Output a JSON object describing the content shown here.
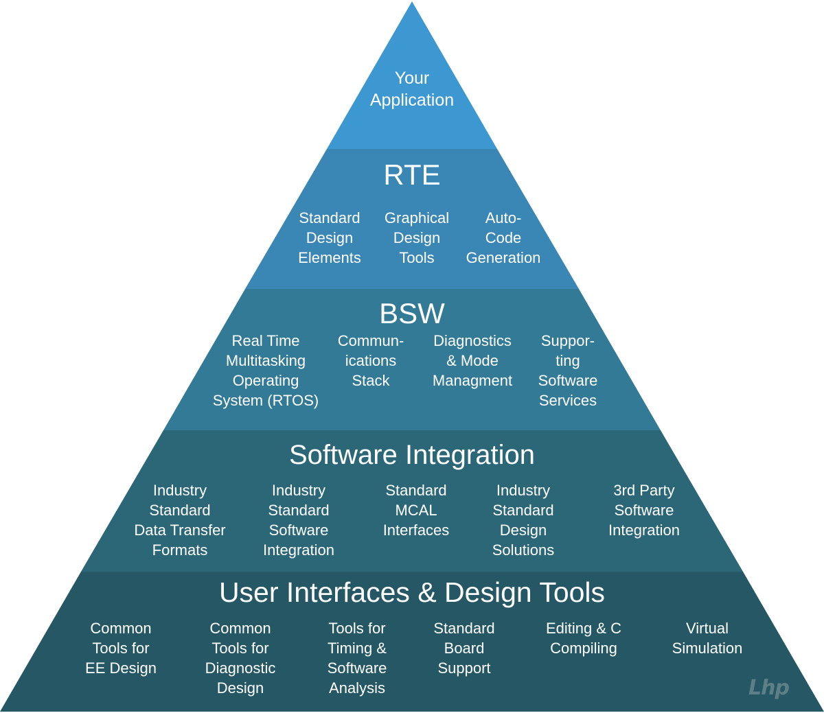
{
  "colors": {
    "layer_top": "#3d97d1",
    "layer_rte": "#3a86b4",
    "layer_bsw": "#327a96",
    "layer_integration": "#2c6778",
    "layer_ui": "#255864"
  },
  "layers": {
    "top": {
      "title": "Your\nApplication"
    },
    "rte": {
      "title": "RTE",
      "items": [
        "Standard\nDesign\nElements",
        "Graphical\nDesign\nTools",
        "Auto-\nCode\nGeneration"
      ]
    },
    "bsw": {
      "title": "BSW",
      "items": [
        "Real Time\nMultitasking\nOperating\nSystem (RTOS)",
        "Commun-\nications\nStack",
        "Diagnostics\n& Mode\nManagment",
        "Suppor-\nting\nSoftware\nServices"
      ]
    },
    "integration": {
      "title": "Software Integration",
      "items": [
        "Industry\nStandard\nData Transfer\nFormats",
        "Industry\nStandard\nSoftware\nIntegration",
        "Standard\nMCAL\nInterfaces",
        "Industry\nStandard\nDesign\nSolutions",
        "3rd Party\nSoftware\nIntegration"
      ]
    },
    "ui": {
      "title": "User Interfaces & Design Tools",
      "items": [
        "Common\nTools for\nEE Design",
        "Common\nTools for\nDiagnostic\nDesign",
        "Tools for\nTiming &\nSoftware\nAnalysis",
        "Standard\nBoard\nSupport",
        "Editing & C\nCompiling",
        "Virtual\nSimulation"
      ]
    }
  },
  "logo": {
    "text": "Lhp"
  }
}
